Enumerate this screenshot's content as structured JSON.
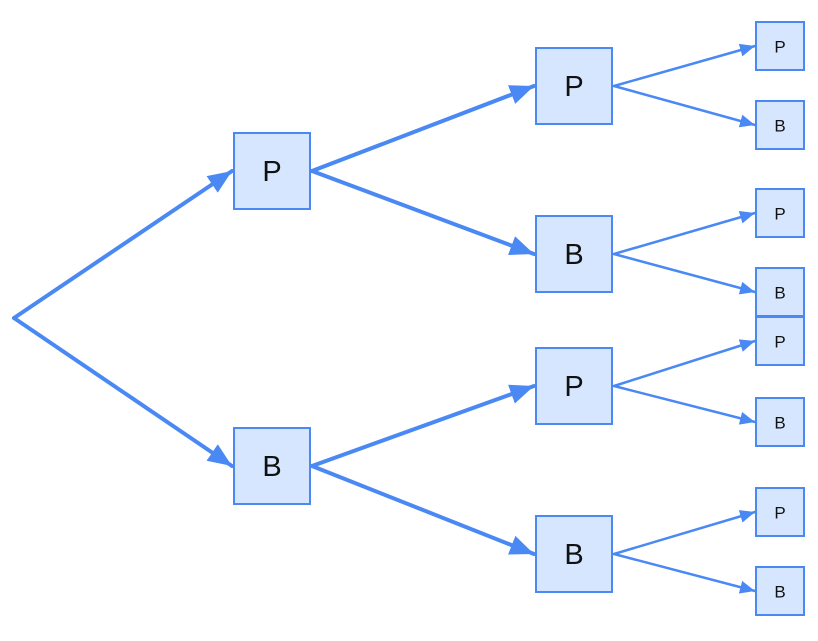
{
  "diagram": {
    "type": "tree",
    "colors": {
      "edge": "#4a89f3",
      "node_fill": "#d6e6fe",
      "node_stroke": "#4a89f3",
      "label": "#111111",
      "background": "#ffffff"
    },
    "root": {
      "label": "",
      "children": [
        {
          "label": "P",
          "children": [
            {
              "label": "P",
              "children": [
                {
                  "label": "P"
                },
                {
                  "label": "B"
                }
              ]
            },
            {
              "label": "B",
              "children": [
                {
                  "label": "P"
                },
                {
                  "label": "B"
                }
              ]
            }
          ]
        },
        {
          "label": "B",
          "children": [
            {
              "label": "P",
              "children": [
                {
                  "label": "P"
                },
                {
                  "label": "B"
                }
              ]
            },
            {
              "label": "B",
              "children": [
                {
                  "label": "P"
                },
                {
                  "label": "B"
                }
              ]
            }
          ]
        }
      ]
    }
  }
}
